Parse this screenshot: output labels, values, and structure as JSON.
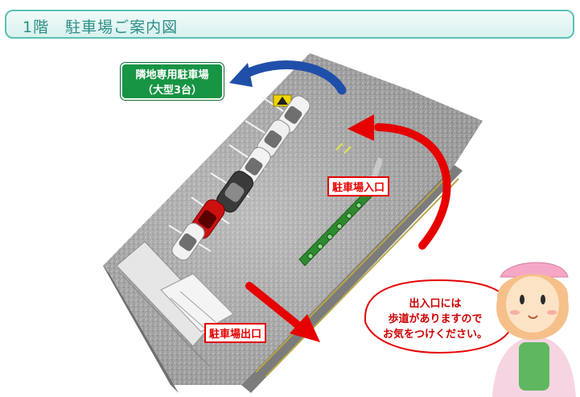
{
  "title_bar": {
    "title": "1階　駐車場ご案内図"
  },
  "map": {
    "neighbor_parking": {
      "line1": "隣地専用駐車場",
      "line2": "（大型3台）"
    },
    "entrance_label": "駐車場入口",
    "exit_label": "駐車場出口",
    "colors": {
      "title_border": "#5cc0b4",
      "title_text": "#2d8f87",
      "arrow_red": "#e60000",
      "arrow_blue": "#1f4fa8",
      "tag_green": "#179444"
    }
  },
  "speech_bubble": {
    "line1": "出入口には",
    "line2": "歩道がありますので",
    "line3": "お気をつけください。"
  },
  "icons": [
    "warning-sign-icon",
    "car-icon",
    "nurse-character"
  ]
}
